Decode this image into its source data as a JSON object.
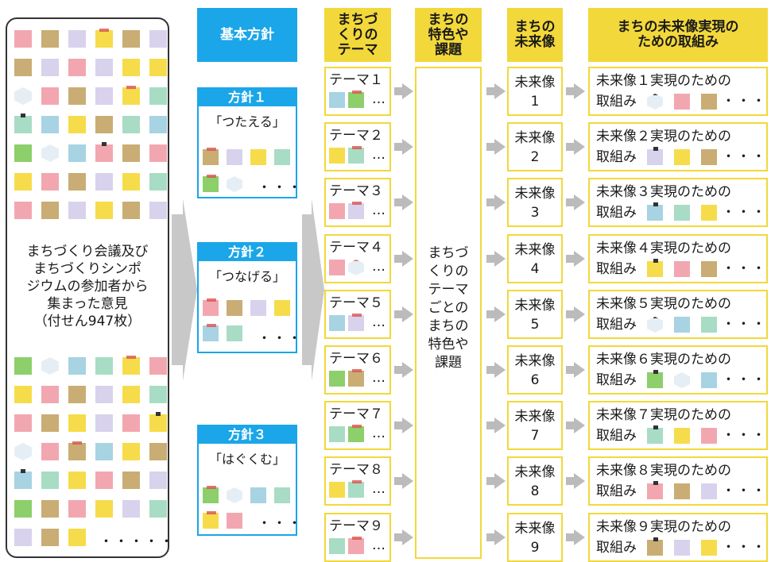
{
  "left_panel": {
    "text": "まちづくり会議及び\nまちづくりシンポ\nジウムの参加者から\n集まった意見\n（付せん947枚）",
    "dots": "・・・・・"
  },
  "headers": {
    "policy": "基本方針",
    "theme": "まちづ\nくりの\nテーマ",
    "features": "まちの\n特色や\n課題",
    "future": "まちの\n未来像",
    "actions": "まちの未来像実現の\nための取組み"
  },
  "policies": [
    {
      "title": "方針１",
      "name": "「つたえる」",
      "dots": "・・・"
    },
    {
      "title": "方針２",
      "name": "「つなげる」",
      "dots": "・・・"
    },
    {
      "title": "方針３",
      "name": "「はぐくむ」",
      "dots": "・・・"
    }
  ],
  "themes": [
    "テーマ１",
    "テーマ２",
    "テーマ３",
    "テーマ４",
    "テーマ５",
    "テーマ６",
    "テーマ７",
    "テーマ８",
    "テーマ９"
  ],
  "theme_ellipsis": "…",
  "features_text": "まちづ\nくりの\nテーマ\nごとの\nまちの\n特色や\n課題",
  "futures": [
    {
      "label": "未来像",
      "num": "1"
    },
    {
      "label": "未来像",
      "num": "2"
    },
    {
      "label": "未来像",
      "num": "3"
    },
    {
      "label": "未来像",
      "num": "4"
    },
    {
      "label": "未来像",
      "num": "5"
    },
    {
      "label": "未来像",
      "num": "6"
    },
    {
      "label": "未来像",
      "num": "7"
    },
    {
      "label": "未来像",
      "num": "8"
    },
    {
      "label": "未来像",
      "num": "9"
    }
  ],
  "actions": [
    {
      "line1": "未来像１実現のための",
      "line2": "取組み",
      "dots": "・・・"
    },
    {
      "line1": "未来像２実現のための",
      "line2": "取組み",
      "dots": "・・・"
    },
    {
      "line1": "未来像３実現のための",
      "line2": "取組み",
      "dots": "・・・"
    },
    {
      "line1": "未来像４実現のための",
      "line2": "取組み",
      "dots": "・・・"
    },
    {
      "line1": "未来像５実現のための",
      "line2": "取組み",
      "dots": "・・・"
    },
    {
      "line1": "未来像６実現のための",
      "line2": "取組み",
      "dots": "・・・"
    },
    {
      "line1": "未来像７実現のための",
      "line2": "取組み",
      "dots": "・・・"
    },
    {
      "line1": "未来像８実現のための",
      "line2": "取組み",
      "dots": "・・・"
    },
    {
      "line1": "未来像９実現のための",
      "line2": "取組み",
      "dots": "・・・"
    }
  ],
  "colors": {
    "accent_blue": "#1aa6e8",
    "accent_yellow": "#f2d83a",
    "arrow_gray": "#bbbbbb",
    "note_pink": "#f2a7b0",
    "note_tan": "#c9ad74",
    "note_lavender": "#d8d2ec",
    "note_yellow": "#f6dc4a",
    "note_mint": "#a8dcc4",
    "note_lightblue": "#a7d3e2",
    "note_green": "#8ccf6b",
    "note_white": "#e6eef5"
  }
}
